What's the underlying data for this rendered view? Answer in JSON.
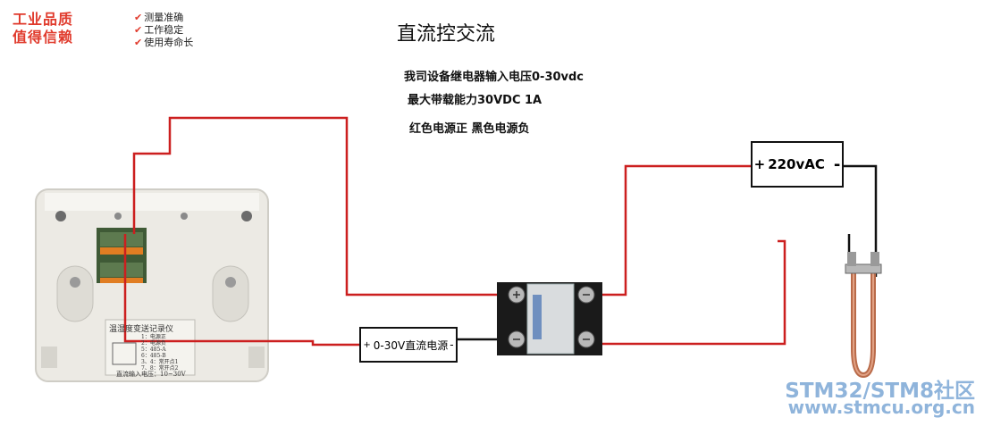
{
  "brand": {
    "line1": "工业品质",
    "line2": "值得信赖"
  },
  "features": [
    "测量准确",
    "工作稳定",
    "使用寿命长"
  ],
  "title": "直流控交流",
  "notes": {
    "line1": "我司设备继电器输入电压0-30vdc",
    "line2": "最大带载能力30VDC  1A",
    "line3": "红色电源正 黑色电源负"
  },
  "ac_source": {
    "plus": "+",
    "label": "220vAC",
    "minus": "-"
  },
  "dc_source": {
    "plus": "+",
    "label": "0-30V直流电源",
    "minus": "-"
  },
  "device": {
    "title": "温湿度变送记录仪",
    "terminals": [
      "1：电源正",
      "2：电源负",
      "5：485-A",
      "6：485-B",
      "3、4：常开点1",
      "7、8：常开点2"
    ],
    "footer": "直流输入电压：10~30V"
  },
  "watermark": {
    "line1": "STM32/STM8社区",
    "line2": "www.stmcu.org.cn"
  },
  "colors": {
    "red_wire": "#cc1f1f",
    "black_wire": "#111111",
    "brand": "#e03a2c",
    "watermark": "#8fb4db"
  }
}
